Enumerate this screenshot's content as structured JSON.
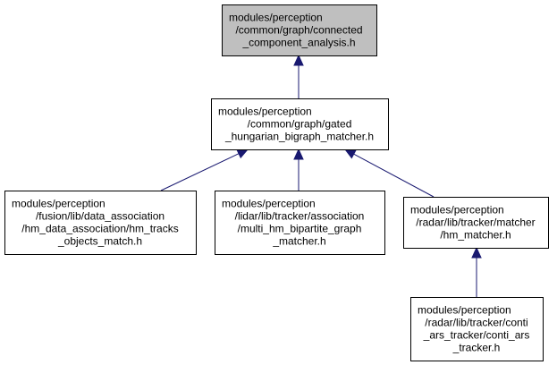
{
  "graph": {
    "nodes": [
      {
        "id": "n0",
        "name": "node-connected-component-analysis",
        "root": true,
        "lines": [
          "modules/perception",
          "/common/graph/connected",
          "_component_analysis.h"
        ]
      },
      {
        "id": "n1",
        "name": "node-gated-hungarian-bigraph-matcher",
        "root": false,
        "lines": [
          "modules/perception",
          "/common/graph/gated",
          "_hungarian_bigraph_matcher.h"
        ]
      },
      {
        "id": "n2",
        "name": "node-hm-tracks-objects-match",
        "root": false,
        "lines": [
          "modules/perception",
          "/fusion/lib/data_association",
          "/hm_data_association/hm_tracks",
          "_objects_match.h"
        ]
      },
      {
        "id": "n3",
        "name": "node-multi-hm-bipartite-graph-matcher",
        "root": false,
        "lines": [
          "modules/perception",
          "/lidar/lib/tracker/association",
          "/multi_hm_bipartite_graph",
          "_matcher.h"
        ]
      },
      {
        "id": "n4",
        "name": "node-hm-matcher",
        "root": false,
        "lines": [
          "modules/perception",
          "/radar/lib/tracker/matcher",
          "/hm_matcher.h"
        ]
      },
      {
        "id": "n5",
        "name": "node-conti-ars-tracker",
        "root": false,
        "lines": [
          "modules/perception",
          "/radar/lib/tracker/conti",
          "_ars_tracker/conti_ars",
          "_tracker.h"
        ]
      }
    ],
    "edges": [
      {
        "from": "n1",
        "to": "n0"
      },
      {
        "from": "n2",
        "to": "n1"
      },
      {
        "from": "n3",
        "to": "n1"
      },
      {
        "from": "n4",
        "to": "n1"
      },
      {
        "from": "n5",
        "to": "n4"
      }
    ],
    "colors": {
      "edge": "#191970",
      "root_fill": "#bfbfbf",
      "node_fill": "#ffffff",
      "border": "#000000"
    }
  }
}
